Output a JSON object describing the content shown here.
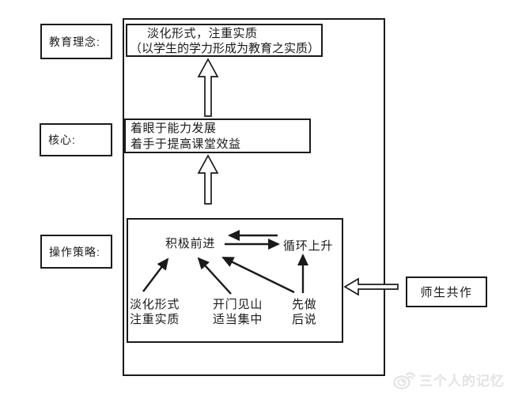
{
  "left_labels": {
    "philosophy": "教育理念:",
    "core": "核心:",
    "strategy": "操作策略:"
  },
  "philosophy_box": {
    "line1": "淡化形式，注重实质",
    "line2": "（以学生的学力形成为教育之实质）"
  },
  "core_box": {
    "line1": "着眼于能力发展",
    "line2": "着手于提高课堂效益"
  },
  "strategy_box": {
    "node_left": "积极前进",
    "node_right": "循环上升",
    "source1": {
      "line1": "淡化形式",
      "line2": "注重实质"
    },
    "source2": {
      "line1": "开门见山",
      "line2": "适当集中"
    },
    "source3": {
      "line1": "先做",
      "line2": "后说"
    }
  },
  "collaboration_box": "师生共作",
  "watermark": "三个人的记忆",
  "colors": {
    "ink": "#1a1a1a",
    "watermark_gray": "#e4e2e2"
  }
}
